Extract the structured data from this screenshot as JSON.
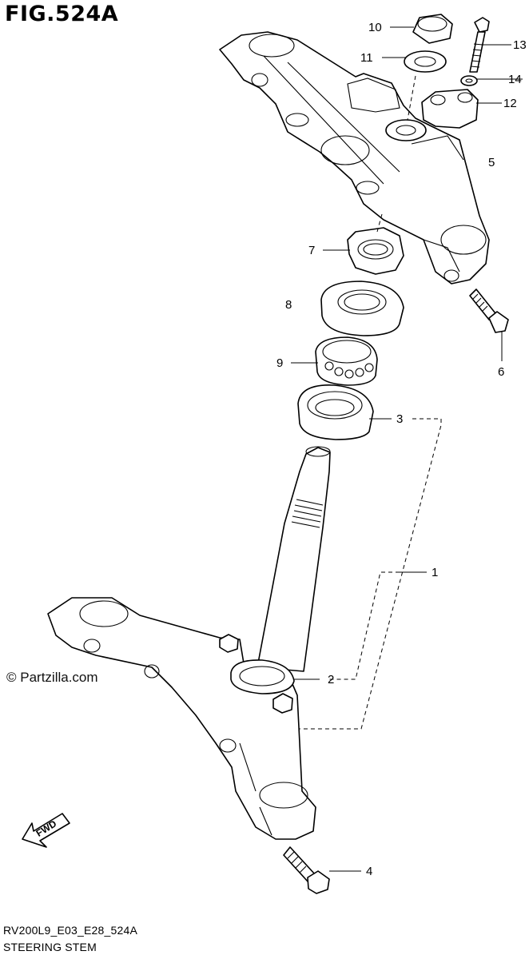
{
  "figure": {
    "title": "FIG.524A"
  },
  "copyright": "© Partzilla.com",
  "arrow": {
    "label": "FWD"
  },
  "footer": {
    "code": "RV200L9_E03_E28_524A",
    "name": "STEERING STEM"
  },
  "callouts": [
    "1",
    "2",
    "3",
    "4",
    "5",
    "6",
    "7",
    "8",
    "9",
    "10",
    "11",
    "12",
    "13",
    "14"
  ]
}
